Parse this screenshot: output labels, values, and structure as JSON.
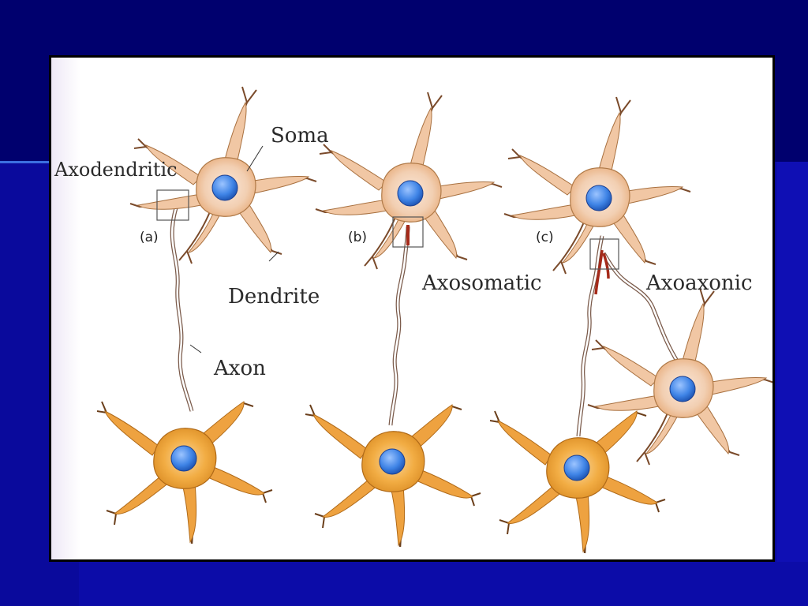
{
  "diagram": {
    "labels": {
      "soma": "Soma",
      "axodendritic": "Axodendritic",
      "dendrite": "Dendrite",
      "axon": "Axon",
      "axosomatic": "Axosomatic",
      "axoaxonic": "Axoaxonic"
    },
    "panel_tags": {
      "a": "(a)",
      "b": "(b)",
      "c": "(c)"
    }
  },
  "colors": {
    "slide_background": "#00007a",
    "figure_background": "#ffffff",
    "upper_neuron_fill": "#f2cfb0",
    "lower_neuron_fill": "#f0a838",
    "nucleus_fill": "#3b7be0",
    "axon_terminal": "#a52a1a"
  }
}
